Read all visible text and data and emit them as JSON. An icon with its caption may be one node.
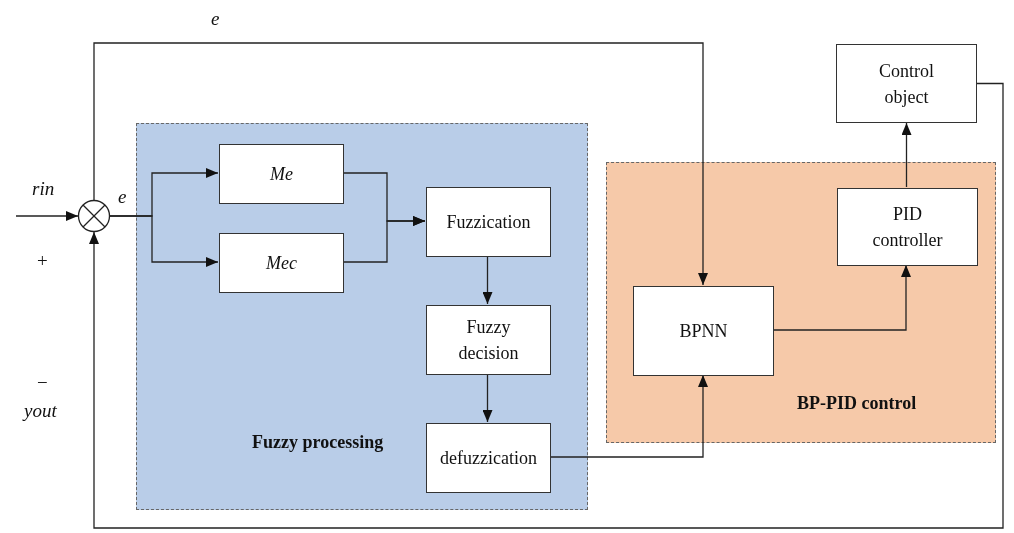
{
  "diagram": {
    "nodes": [
      {
        "text": [
          "Fuzzy processing"
        ]
      },
      {
        "text": [
          "Me"
        ],
        "in": 0
      },
      {
        "text": [
          "Mec"
        ],
        "in": 0
      },
      {
        "text": [
          "Fuzzication"
        ],
        "in": 0
      },
      {
        "text": [
          "Fuzzy decision"
        ],
        "in": 0
      },
      {
        "text": [
          "defuzzication"
        ],
        "in": 0
      },
      {
        "text": [
          "BP-PID control"
        ]
      },
      {
        "text": [
          "BPNN"
        ],
        "in": 6
      },
      {
        "text": [
          "PID controller"
        ],
        "in": 6
      },
      {
        "text": [
          "Control object"
        ]
      },
      {
        "text": [],
        "shape": "circle"
      }
    ],
    "edges": [
      {
        "from": null,
        "to": 10,
        "arrow": "to",
        "label": "rin"
      },
      {
        "from": 10,
        "to": 1,
        "arrow": "to",
        "label": "e"
      },
      {
        "from": 10,
        "to": 2,
        "arrow": "to"
      },
      {
        "from": 1,
        "to": 3,
        "arrow": "to"
      },
      {
        "from": 2,
        "to": 3,
        "arrow": "to"
      },
      {
        "from": 3,
        "to": 4,
        "arrow": "to"
      },
      {
        "from": 4,
        "to": 5,
        "arrow": "to"
      },
      {
        "from": 5,
        "to": 7,
        "arrow": "to"
      },
      {
        "from": 7,
        "to": 8,
        "arrow": "to"
      },
      {
        "from": 8,
        "to": 9,
        "arrow": "to"
      },
      {
        "from": 10,
        "to": 7,
        "arrow": "to",
        "label": "e"
      },
      {
        "from": 9,
        "to": 10,
        "arrow": "to"
      }
    ],
    "labels": [
      "+",
      "−",
      "yout"
    ]
  }
}
